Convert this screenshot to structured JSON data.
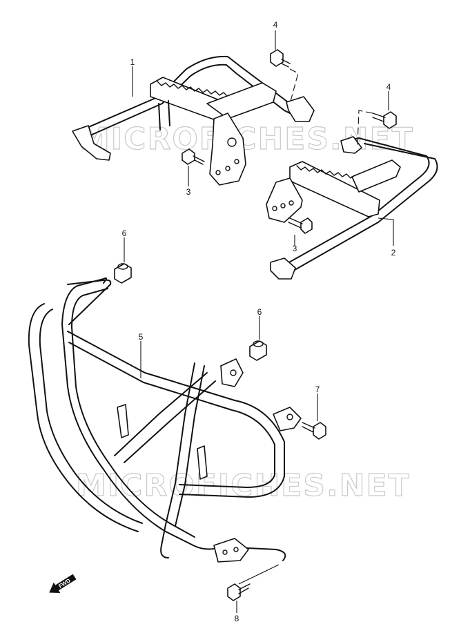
{
  "callouts": {
    "c1": "1",
    "c2": "2",
    "c3a": "3",
    "c3b": "3",
    "c4a": "4",
    "c4b": "4",
    "c5": "5",
    "c6a": "6",
    "c6b": "6",
    "c7": "7",
    "c8": "8"
  },
  "watermark": {
    "top": "MICROFICHES.NET",
    "bottom": "MICROFICHES.NET"
  },
  "fwd_label": "FWD"
}
